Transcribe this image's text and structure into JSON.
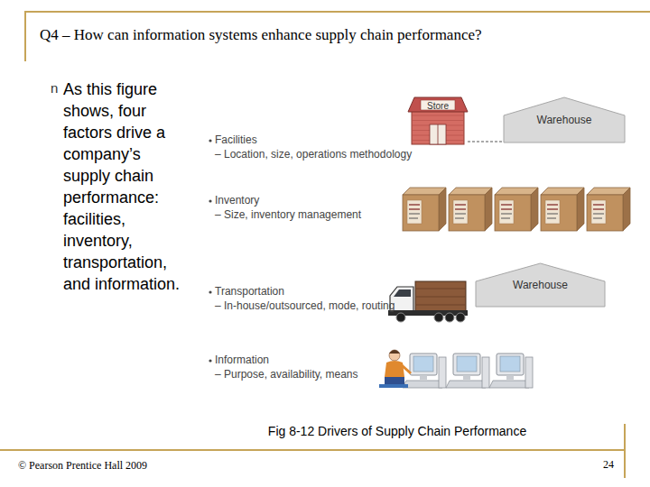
{
  "diagram": {
    "title": "Q4 – How can information systems enhance supply chain performance?",
    "caption": "Fig 8-12 Drivers of Supply Chain Performance",
    "nodes": [
      {
        "text": [
          "Store"
        ]
      },
      {
        "text": [
          "Warehouse"
        ]
      },
      {
        "text": [
          "Warehouse"
        ]
      }
    ],
    "edges": [
      {
        "from": 0,
        "to": 1,
        "arrow": "none"
      }
    ],
    "labels": [
      "n",
      "As this figure shows, four factors drive a company’s supply chain performance: facilities, inventory, transportation, and information.",
      "Facilities",
      "– Location, size, operations methodology",
      "Inventory",
      "– Size, inventory management",
      "Transportation",
      "– In-house/outsourced, mode, routing",
      "Information",
      "– Purpose, availability, means",
      "© Pearson Prentice Hall 2009",
      "24"
    ]
  }
}
